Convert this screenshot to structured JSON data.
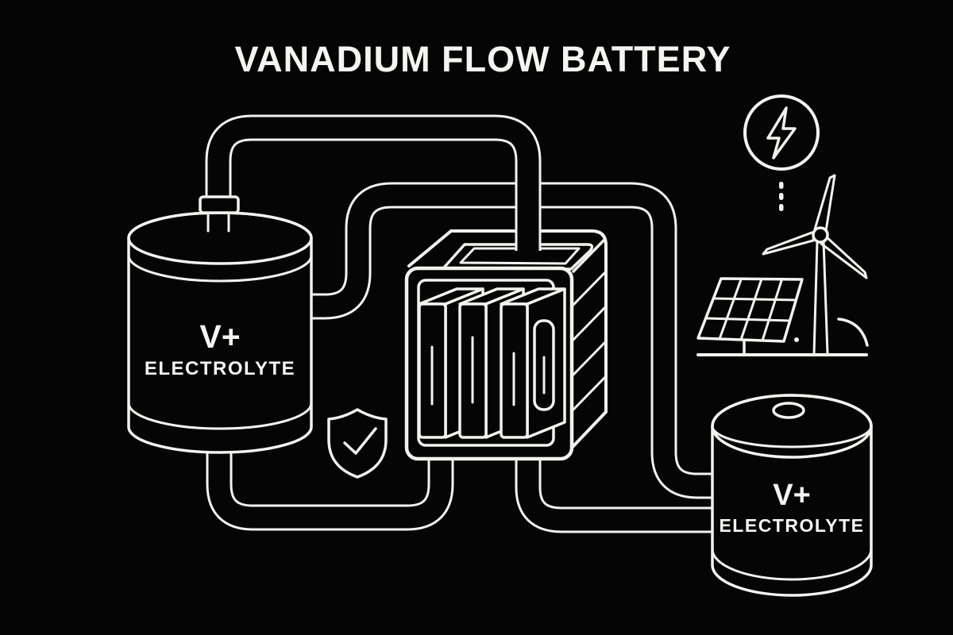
{
  "title": "VANADIUM FLOW BATTERY",
  "colors": {
    "background": "#050505",
    "line": "#f2f2ee",
    "text": "#f4f4f1"
  },
  "tanks": {
    "left": {
      "symbol": "V+",
      "label": "ELECTROLYTE"
    },
    "right": {
      "symbol": "V+",
      "label": "ELECTROLYTE"
    }
  },
  "icons": [
    "lightning-bolt-icon",
    "dotted-connector",
    "wind-turbine-icon",
    "solar-panel-icon",
    "shield-check-icon"
  ]
}
